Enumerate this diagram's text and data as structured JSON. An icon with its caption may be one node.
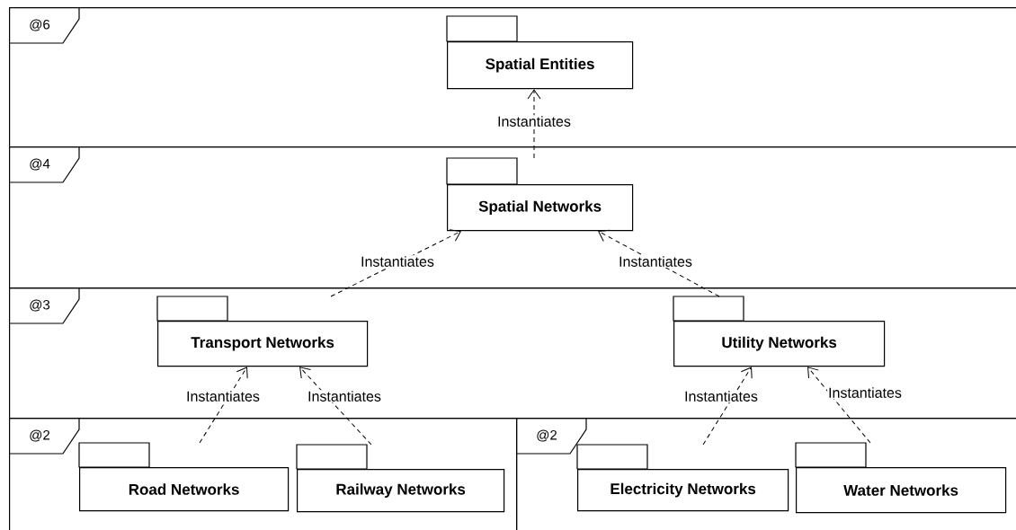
{
  "diagram": {
    "nodes": [
      {
        "text": [
          "@6"
        ]
      },
      {
        "text": [
          "Spatial Entities"
        ],
        "in": 0
      },
      {
        "text": [
          "@4"
        ]
      },
      {
        "text": [
          "Spatial Networks"
        ],
        "in": 2
      },
      {
        "text": [
          "@3"
        ]
      },
      {
        "text": [
          "Transport Networks"
        ],
        "in": 4
      },
      {
        "text": [
          "Utility Networks"
        ],
        "in": 4
      },
      {
        "text": [
          "@2"
        ]
      },
      {
        "text": [
          "Road Networks"
        ],
        "in": 7
      },
      {
        "text": [
          "Railway Networks"
        ],
        "in": 7
      },
      {
        "text": [
          "@2"
        ]
      },
      {
        "text": [
          "Electricity Networks"
        ],
        "in": 10
      },
      {
        "text": [
          "Water Networks"
        ],
        "in": 10
      }
    ],
    "edges": [
      {
        "from": 3,
        "to": 1,
        "arrow": "to",
        "label": "Instantiates",
        "style": "dashed"
      },
      {
        "from": 5,
        "to": 3,
        "arrow": "to",
        "label": "Instantiates",
        "style": "dashed"
      },
      {
        "from": 6,
        "to": 3,
        "arrow": "to",
        "label": "Instantiates",
        "style": "dashed"
      },
      {
        "from": 8,
        "to": 5,
        "arrow": "to",
        "label": "Instantiates",
        "style": "dashed"
      },
      {
        "from": 9,
        "to": 5,
        "arrow": "to",
        "label": "Instantiates",
        "style": "dashed"
      },
      {
        "from": 11,
        "to": 6,
        "arrow": "to",
        "label": "Instantiates",
        "style": "dashed"
      },
      {
        "from": 12,
        "to": 6,
        "arrow": "to",
        "label": "Instantiates",
        "style": "dashed"
      }
    ]
  }
}
